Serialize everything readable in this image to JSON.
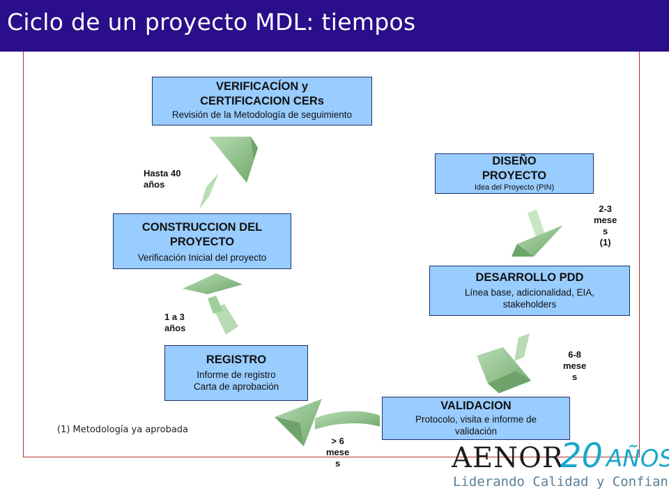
{
  "header": {
    "title": "Ciclo de un proyecto MDL:  tiempos"
  },
  "boxes": {
    "verificacion": {
      "title": "VERIFICACÍON y\nCERTIFICACION CERs",
      "subtitle": "Revisión de la Metodología de seguimiento"
    },
    "diseno": {
      "title": "DISEÑO\nPROYECTO",
      "subtitle": "Idea del Proyecto (PIN)"
    },
    "construccion": {
      "title": "CONSTRUCCION DEL\nPROYECTO",
      "subtitle": "Verificación Inicial del proyecto"
    },
    "desarrollo": {
      "title": "DESARROLLO PDD",
      "subtitle": "Línea base, adicionalidad, EIA,\nstakeholders"
    },
    "registro": {
      "title": "REGISTRO",
      "subtitle": "Informe de registro\nCarta de aprobación"
    },
    "validacion": {
      "title": "VALIDACION",
      "subtitle": "Protocolo, visita e informe de\nvalidación"
    }
  },
  "durations": {
    "hasta40": "Hasta 40\n   años",
    "dos_tres": "2-3\nmese\ns\n(1)",
    "uno_tres": "1 a 3\n  años",
    "seis_ocho": "6-8\nmese\ns",
    "mas_seis": "> 6\nmese\ns"
  },
  "note": "(1) Metodología ya aprobada",
  "logo": {
    "name": "AENOR",
    "number": "20",
    "years": "AÑOS",
    "tagline": "Liderando Calidad y Confianza"
  },
  "colors": {
    "header_bg": "#2a0e8a",
    "box_fill": "#99ccff",
    "arrow_green": "#8cc08a",
    "frame_line": "#b5312f",
    "logo_accent": "#1aa7c9"
  }
}
